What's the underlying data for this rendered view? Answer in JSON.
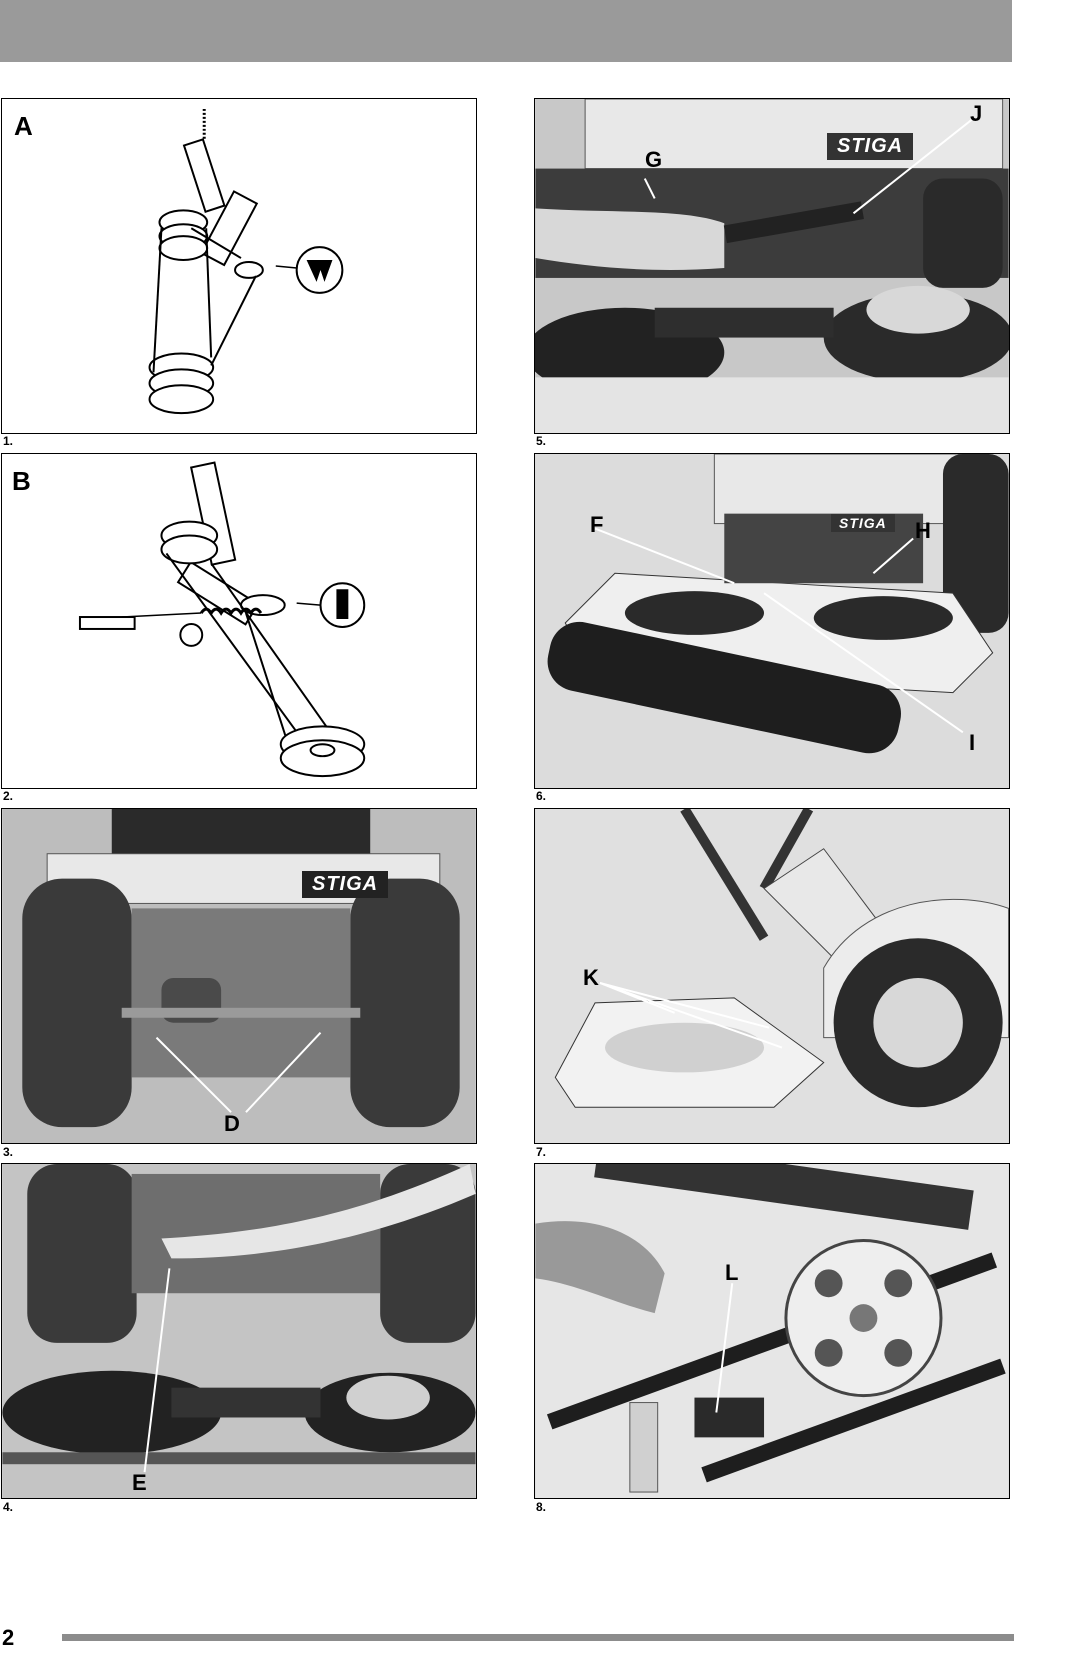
{
  "page": {
    "page_number": "2"
  },
  "colors": {
    "header_bar": "#9a9a9a",
    "footer_rule": "#8c8c8c"
  },
  "figures": [
    {
      "caption": "1.",
      "kind": "drawing",
      "labels": [
        "A"
      ],
      "brand": ""
    },
    {
      "caption": "2.",
      "kind": "drawing",
      "labels": [
        "B"
      ],
      "brand": ""
    },
    {
      "caption": "3.",
      "kind": "photo",
      "labels": [
        "D"
      ],
      "brand": "STIGA"
    },
    {
      "caption": "4.",
      "kind": "photo",
      "labels": [
        "E"
      ],
      "brand": ""
    },
    {
      "caption": "5.",
      "kind": "photo",
      "labels": [
        "J",
        "G"
      ],
      "brand": "STIGA"
    },
    {
      "caption": "6.",
      "kind": "photo",
      "labels": [
        "F",
        "H",
        "I"
      ],
      "brand": "STIGA"
    },
    {
      "caption": "7.",
      "kind": "photo",
      "labels": [
        "K"
      ],
      "brand": ""
    },
    {
      "caption": "8.",
      "kind": "photo",
      "labels": [
        "L"
      ],
      "brand": ""
    }
  ]
}
